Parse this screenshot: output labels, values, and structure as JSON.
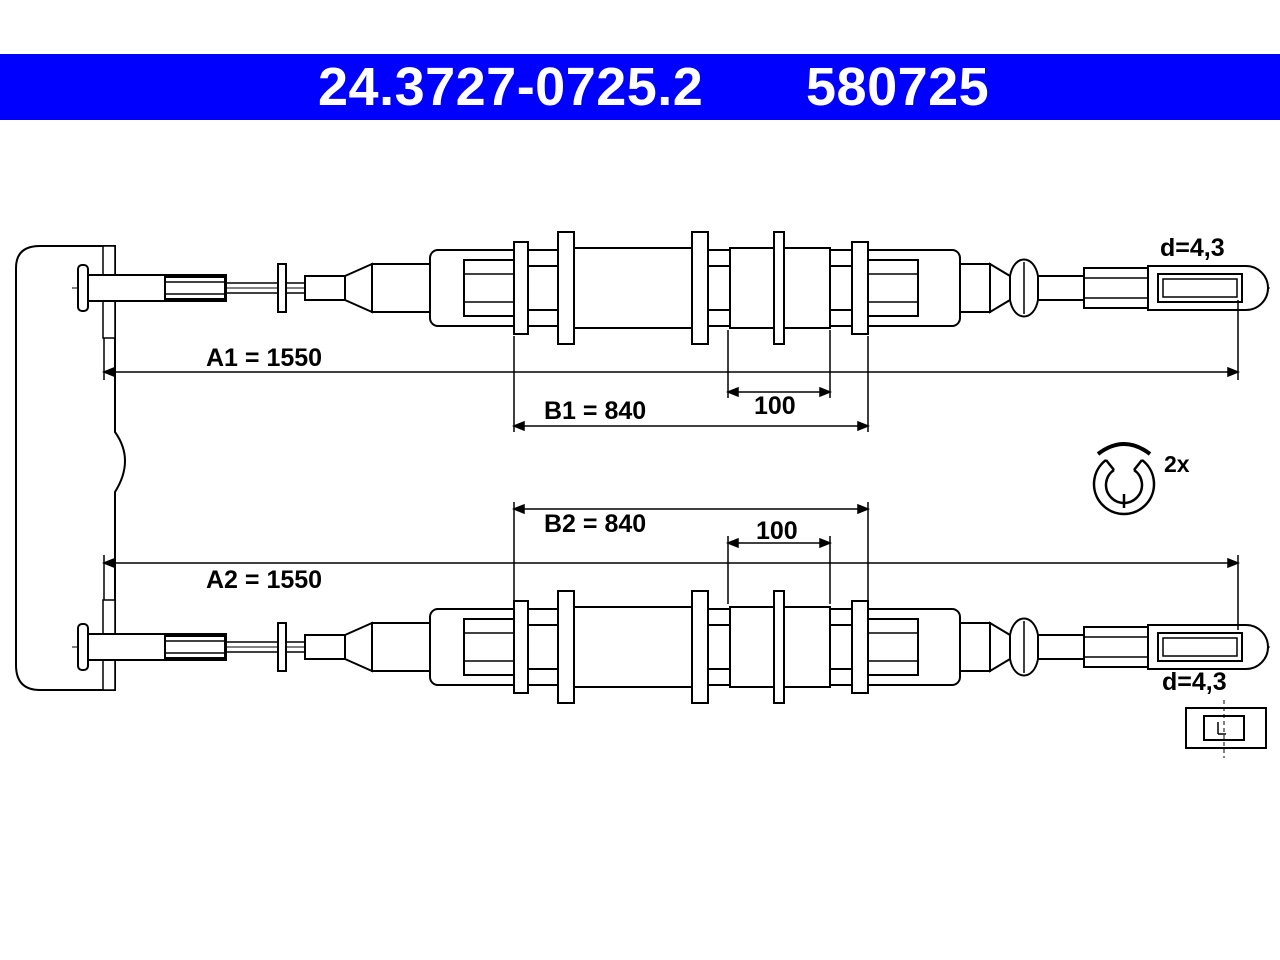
{
  "header": {
    "part_number": "24.3727-0725.2",
    "reference_number": "580725",
    "background_color": "#0000ff",
    "text_color": "#ffffff"
  },
  "dimensions": {
    "a1": "A1 = 1550",
    "a2": "A2 = 1550",
    "b1": "B1 = 840",
    "b2": "B2 = 840",
    "gap_upper": "100",
    "gap_lower": "100",
    "eye_upper": "d=4,3",
    "eye_lower": "d=4,3"
  },
  "accessories": {
    "clip_quantity": "2x"
  }
}
